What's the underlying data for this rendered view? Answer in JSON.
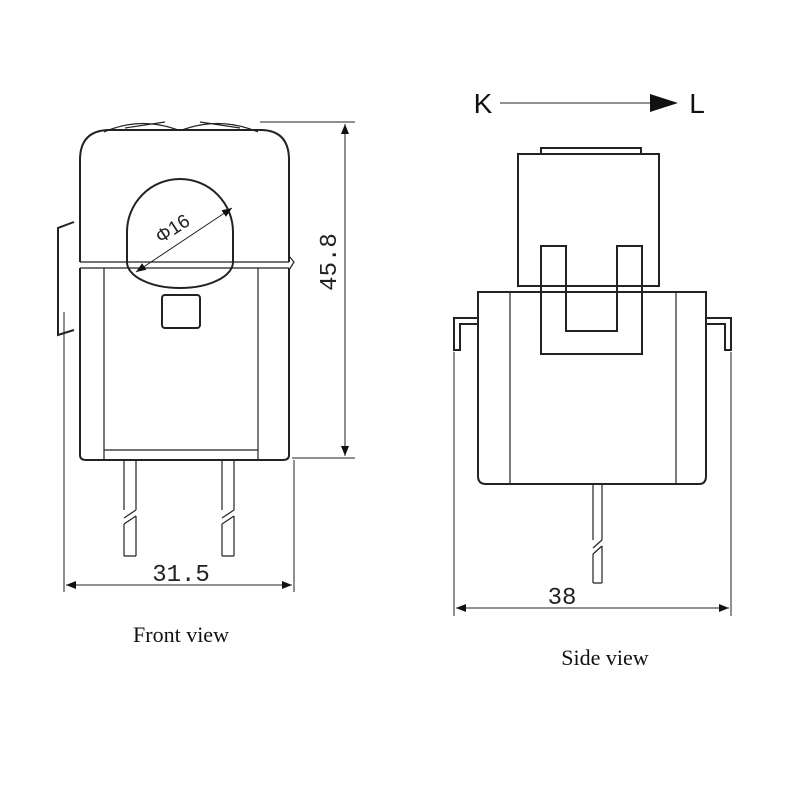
{
  "front_view": {
    "caption": "Front view",
    "diameter_label": "Φ16",
    "height_dimension": "45.8",
    "width_dimension": "31.5"
  },
  "side_view": {
    "caption": "Side view",
    "width_dimension": "38",
    "current_from": "K",
    "current_to": "L"
  }
}
